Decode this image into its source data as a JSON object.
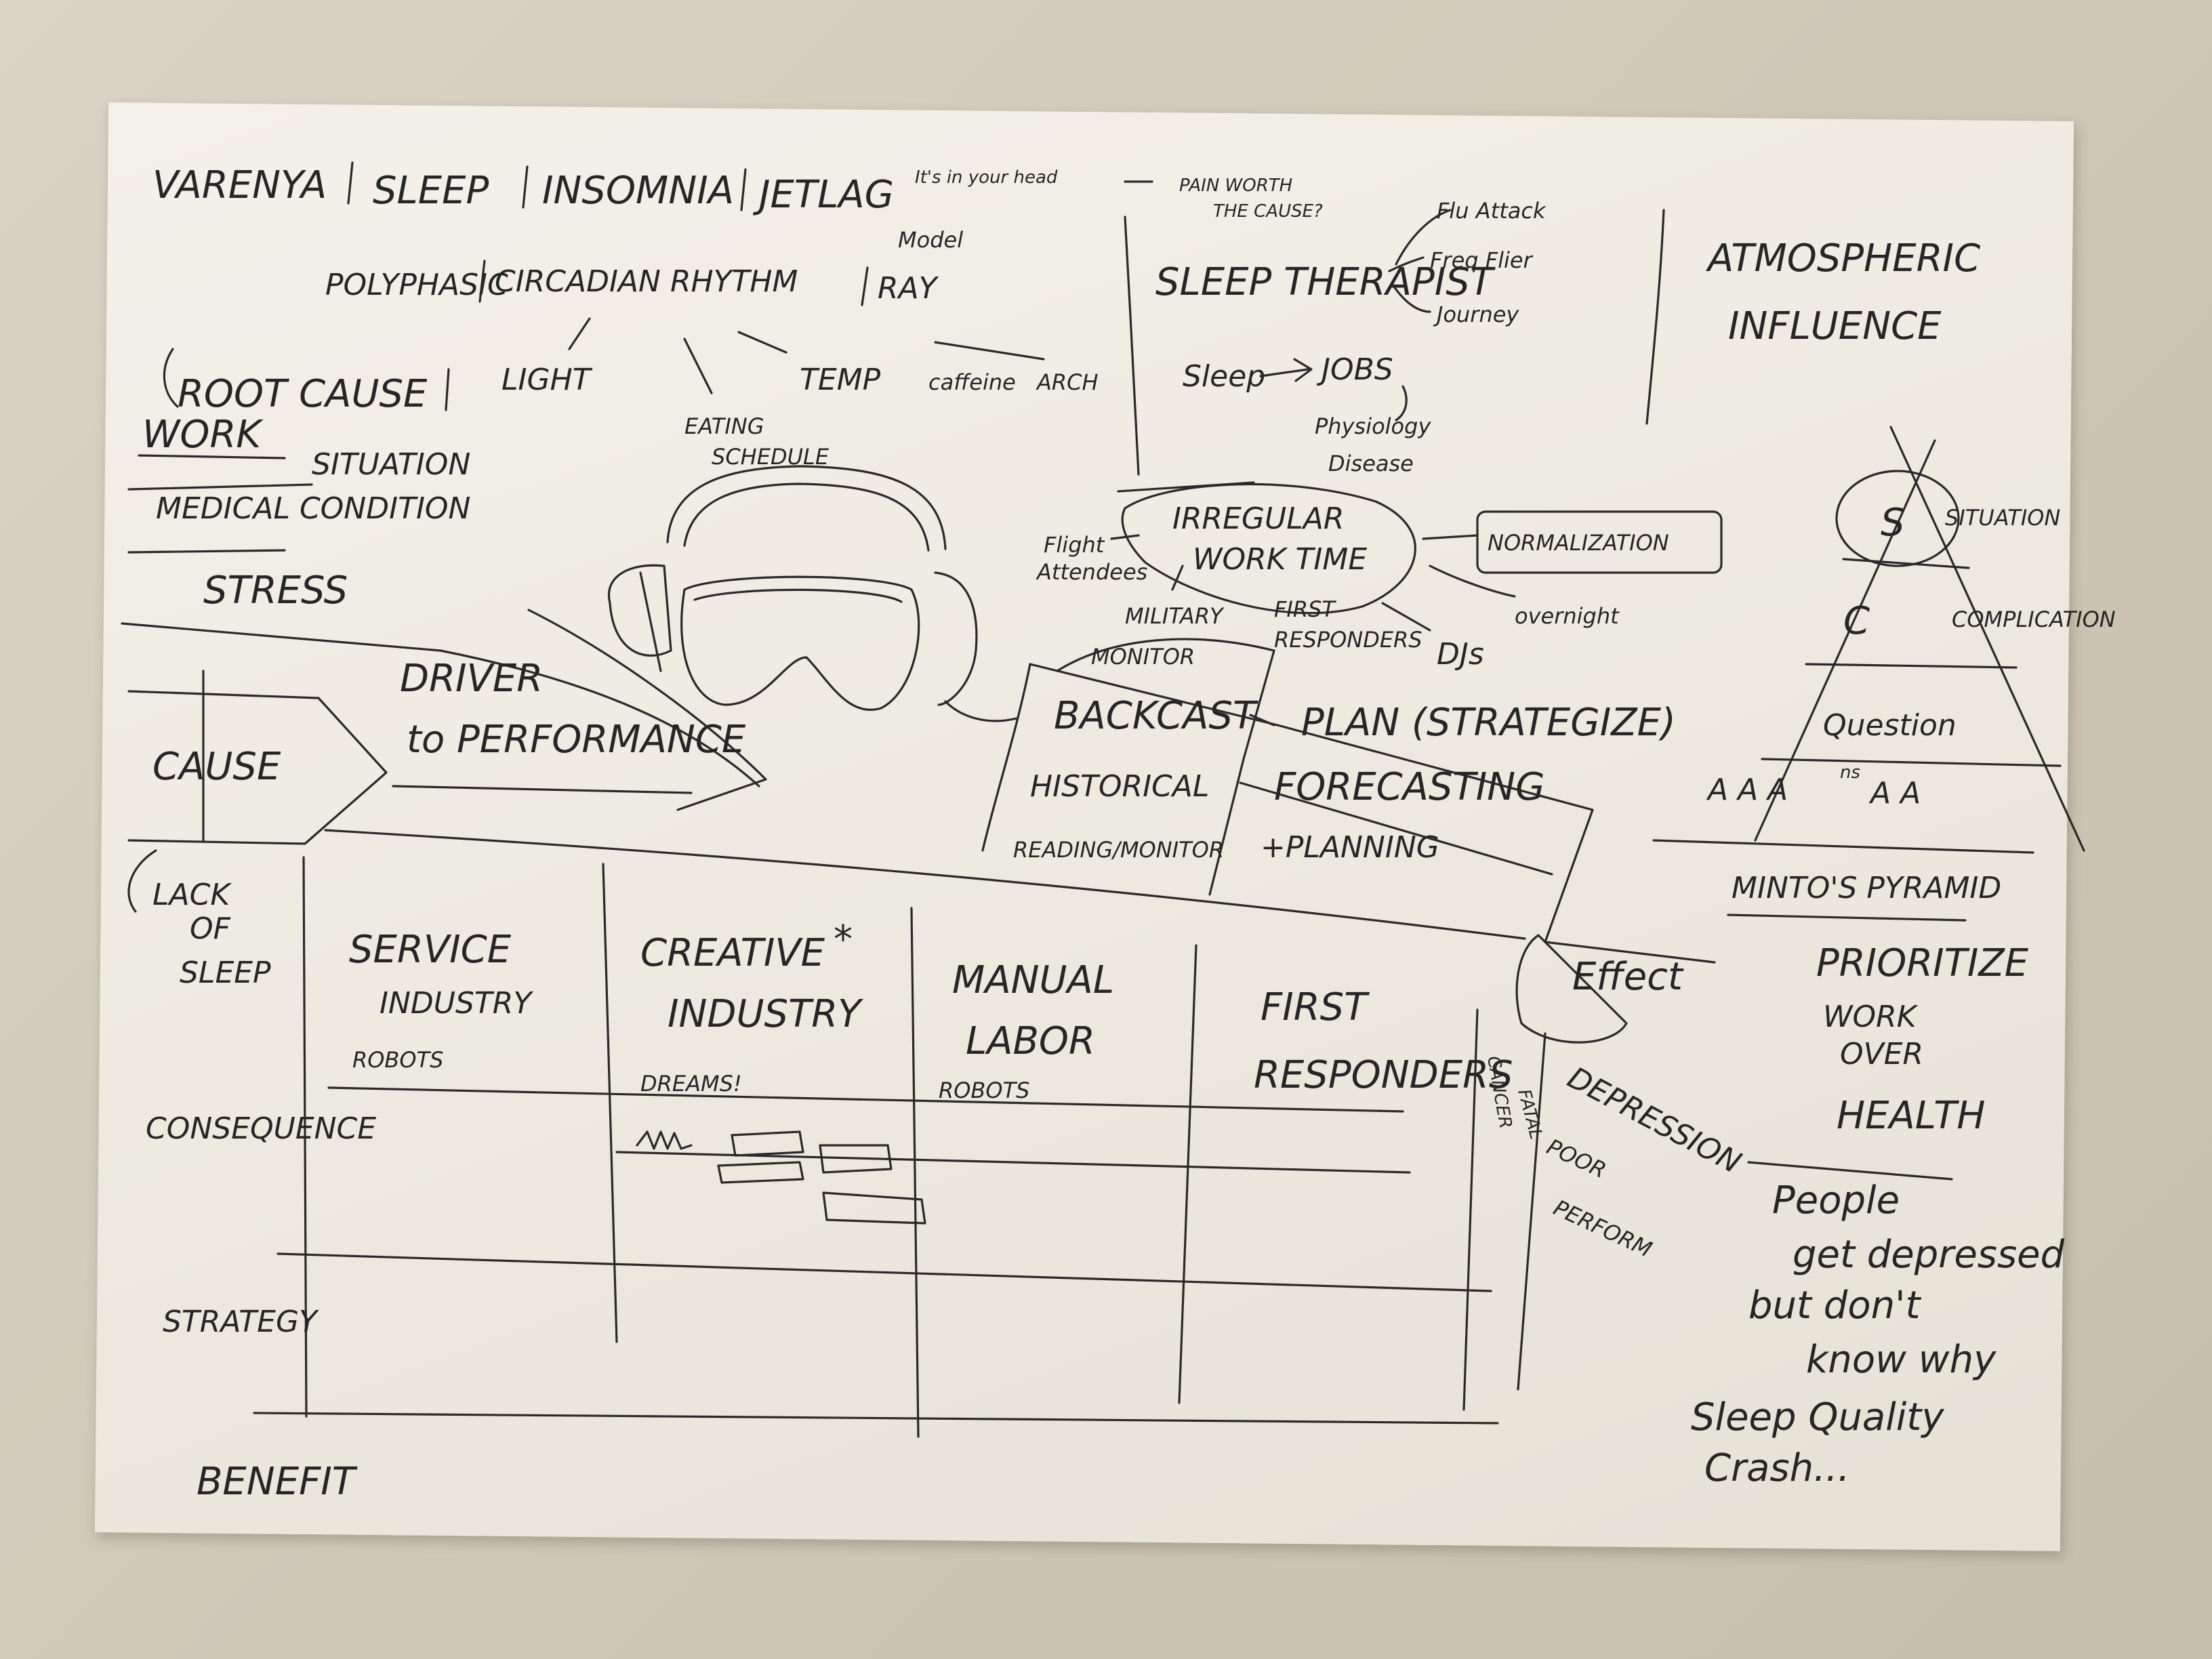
{
  "header": {
    "title_parts": [
      "VARENYA",
      "SLEEP",
      "INSOMNIA",
      "JETLAG"
    ],
    "note_head": "It's in your head",
    "note_pain": "PAIN WORTH",
    "note_cause": "THE CAUSE?",
    "model": "Model",
    "polyphasic": "POLYPHASIC",
    "circadian": "CIRCADIAN RHYTHM",
    "ray": "RAY"
  },
  "triggers": {
    "light": "LIGHT",
    "temp": "TEMP",
    "caffeine": "caffeine",
    "arch": "ARCH",
    "eating": "EATING",
    "schedule": "SCHEDULE"
  },
  "left_col": {
    "root_cause": "ROOT CAUSE",
    "work": "WORK",
    "situation": "SITUATION",
    "medical": "MEDICAL CONDITION",
    "stress": "STRESS"
  },
  "therapy": {
    "sleep_therapist": "SLEEP THERAPIST",
    "flu_attack": "Flu Attack",
    "freq_flier": "Freq Flier",
    "journey": "Journey",
    "sleep": "Sleep",
    "jobs": "JOBS",
    "physiology": "Physiology",
    "disease": "Disease"
  },
  "atmos": {
    "line1": "ATMOSPHERIC",
    "line2": "INFLUENCE"
  },
  "irregular": {
    "line1": "IRREGULAR",
    "line2": "WORK TIME",
    "flight": "Flight",
    "attendees": "Attendees",
    "normalization": "NORMALIZATION",
    "overnight": "overnight",
    "military": "MILITARY",
    "first": "FIRST",
    "responders": "RESPONDERS",
    "djs": "DJs"
  },
  "minto": {
    "situation": "SITUATION",
    "s": "S",
    "complication": "COMPLICATION",
    "c": "C",
    "question": "Question",
    "answers": "A A A",
    "ns": "ns",
    "answers2": "A A",
    "pyramid": "MINTO'S PYRAMID"
  },
  "process": {
    "monitor": "MONITOR",
    "backcast": "BACKCAST",
    "historical": "HISTORICAL",
    "reading": "READING/MONITOR",
    "plan": "PLAN (STRATEGIZE)",
    "forecasting": "FORECASTING",
    "planning": "+PLANNING"
  },
  "driver": {
    "line1": "DRIVER",
    "line2": "to PERFORMANCE",
    "cause": "CAUSE",
    "lack": "LACK",
    "of": "OF",
    "sleep": "SLEEP",
    "effect": "Effect"
  },
  "grid": {
    "service": "SERVICE",
    "industry": "INDUSTRY",
    "robots_1": "ROBOTS",
    "creative": "CREATIVE",
    "star": "*",
    "industry_2": "INDUSTRY",
    "dreams": "DREAMS!",
    "manual": "MANUAL",
    "labor": "LABOR",
    "robots_2": "ROBOTS",
    "first": "FIRST",
    "responders": "RESPONDERS",
    "cancer": "CANCER",
    "fatal": "FATAL",
    "depression": "DEPRESSION",
    "poor": "POOR",
    "perform": "PERFORM",
    "consequence": "CONSEQUENCE",
    "strategy": "STRATEGY",
    "benefit": "BENEFIT"
  },
  "right_notes": {
    "prioritize": "PRIORITIZE",
    "work": "WORK",
    "over": "OVER",
    "health": "HEALTH",
    "people": "People",
    "get_depressed": "get depressed",
    "but_dont": "but don't",
    "know_why": "know why",
    "sleep_quality": "Sleep Quality",
    "crash": "Crash..."
  }
}
